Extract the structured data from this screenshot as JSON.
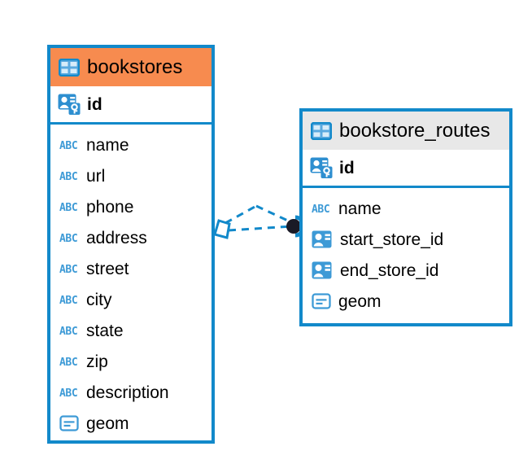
{
  "diagram": {
    "type": "entity-relationship-diagram",
    "background": "#ffffff",
    "accent_color": "#1289CA",
    "header_orange": "#F78B4F",
    "header_grey": "#E8E8E8",
    "entities": [
      {
        "name": "bookstores",
        "header_style": "orange",
        "table_icon": "table-icon",
        "primary_key": {
          "label": "id",
          "icon": "primary-key-icon"
        },
        "fields": [
          {
            "label": "name",
            "icon": "text-type-icon"
          },
          {
            "label": "url",
            "icon": "text-type-icon"
          },
          {
            "label": "phone",
            "icon": "text-type-icon"
          },
          {
            "label": "address",
            "icon": "text-type-icon"
          },
          {
            "label": "street",
            "icon": "text-type-icon"
          },
          {
            "label": "city",
            "icon": "text-type-icon"
          },
          {
            "label": "state",
            "icon": "text-type-icon"
          },
          {
            "label": "zip",
            "icon": "text-type-icon"
          },
          {
            "label": "description",
            "icon": "text-type-icon"
          },
          {
            "label": "geom",
            "icon": "geometry-type-icon"
          }
        ]
      },
      {
        "name": "bookstore_routes",
        "header_style": "grey",
        "table_icon": "table-icon",
        "primary_key": {
          "label": "id",
          "icon": "primary-key-icon"
        },
        "fields": [
          {
            "label": "name",
            "icon": "text-type-icon"
          },
          {
            "label": "start_store_id",
            "icon": "foreign-key-icon"
          },
          {
            "label": "end_store_id",
            "icon": "foreign-key-icon"
          },
          {
            "label": "geom",
            "icon": "geometry-type-icon"
          }
        ]
      }
    ],
    "relationship": {
      "from_entity": "bookstores",
      "to_entity": "bookstore_routes",
      "line_style": "dashed",
      "line_color": "#1289CA",
      "source_marker": "diamond-marker",
      "target_marker": "filled-circle-marker",
      "target_marker_color": "#1A1A26"
    }
  }
}
